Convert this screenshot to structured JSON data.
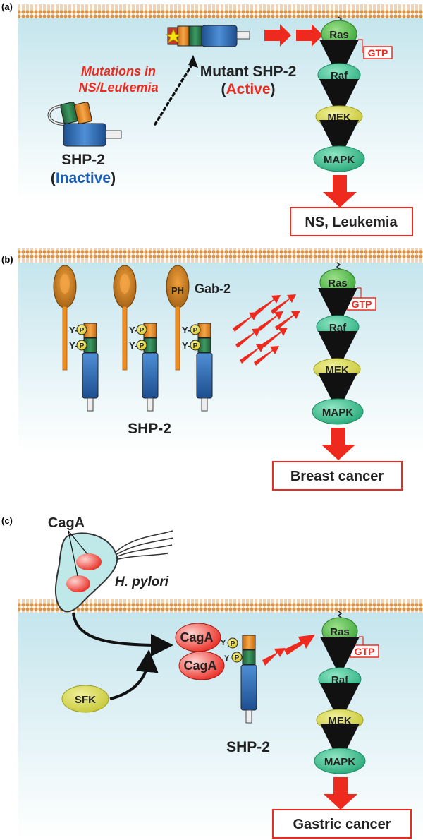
{
  "panels": {
    "a": {
      "tag": "(a)",
      "mutations_line1": "Mutations in",
      "mutations_line2": "NS/Leukemia",
      "mutant_label": "Mutant SHP-2",
      "mutant_state_open": "(",
      "mutant_state": "Active",
      "mutant_state_close": ")",
      "shp2_label": "SHP-2",
      "shp2_state_open": "(",
      "shp2_state": "Inactive",
      "shp2_state_close": ")",
      "outcome": "NS, Leukemia"
    },
    "b": {
      "tag": "(b)",
      "ph": "PH",
      "gab2": "Gab-2",
      "y": "Y",
      "dash": "-",
      "p": "P",
      "shp2_label": "SHP-2",
      "outcome": "Breast cancer"
    },
    "c": {
      "tag": "(c)",
      "caga_top": "CagA",
      "hpylori": "H. pylori",
      "caga_complex": "CagA",
      "y": "Y",
      "p": "P",
      "sfk": "SFK",
      "shp2_label": "SHP-2",
      "outcome": "Gastric cancer"
    }
  },
  "pathway": {
    "ras": "Ras",
    "gtp": "GTP",
    "raf": "Raf",
    "mek": "MEK",
    "mapk": "MAPK"
  },
  "colors": {
    "membrane": "#d9944a",
    "cytoplasm_top": "#cfe8ee",
    "red": "#ee2a1f",
    "blue_text": "#1a5fb4",
    "ras_green": "#4db548",
    "raf_teal": "#3cbf94",
    "mek_yellow": "#d4d44a",
    "orange": "#f08c1e",
    "dark_green": "#2b7a4b",
    "blue": "#2f6fb8"
  }
}
